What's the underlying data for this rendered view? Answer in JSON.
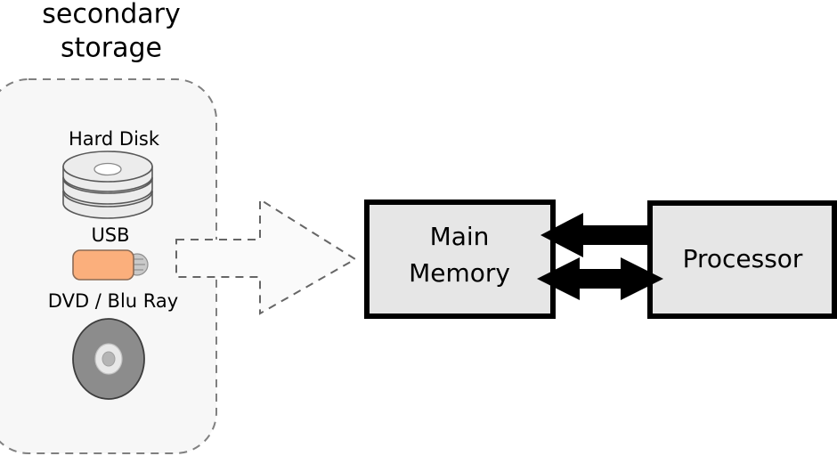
{
  "diagram": {
    "title": {
      "line1": "secondary",
      "line2": "storage"
    },
    "secondary_storage": {
      "container_name": "secondary-storage-container",
      "border_style": "dashed",
      "border_color": "#808080",
      "fill_color": "#F7F7F7",
      "devices": [
        {
          "label": "Hard Disk",
          "icon": "hard-disk-platters-icon",
          "fill_color": "#ECECEC",
          "stroke_color": "#595959"
        },
        {
          "label": "USB",
          "icon": "usb-flash-drive-icon",
          "fill_color": "#FBAF7C",
          "stroke_color": "#8C6B55",
          "connector_color": "#C9C9C9"
        },
        {
          "label": "DVD / Blu Ray",
          "icon": "optical-disc-icon",
          "fill_color": "#8C8C8C",
          "stroke_color": "#3D3D3D",
          "hub_color": "#E8E8E8"
        }
      ]
    },
    "transfer_arrow": {
      "name": "secondary-storage-to-memory-arrow",
      "direction": "right",
      "style": "dashed-outline",
      "fill_color": "#FAFAFA",
      "stroke_color": "#666666"
    },
    "boxes": [
      {
        "name": "main-memory-box",
        "label_line1": "Main",
        "label_line2": "Memory",
        "fill_color": "#E6E6E6",
        "stroke_color": "#000000"
      },
      {
        "name": "processor-box",
        "label_line1": "Processor",
        "label_line2": "",
        "fill_color": "#E6E6E6",
        "stroke_color": "#000000"
      }
    ],
    "bus_arrows": [
      {
        "name": "processor-to-memory-arrow",
        "direction": "left",
        "heads": 1,
        "color": "#000000"
      },
      {
        "name": "memory-processor-bidirectional-arrow",
        "direction": "both",
        "heads": 2,
        "color": "#000000"
      }
    ]
  }
}
